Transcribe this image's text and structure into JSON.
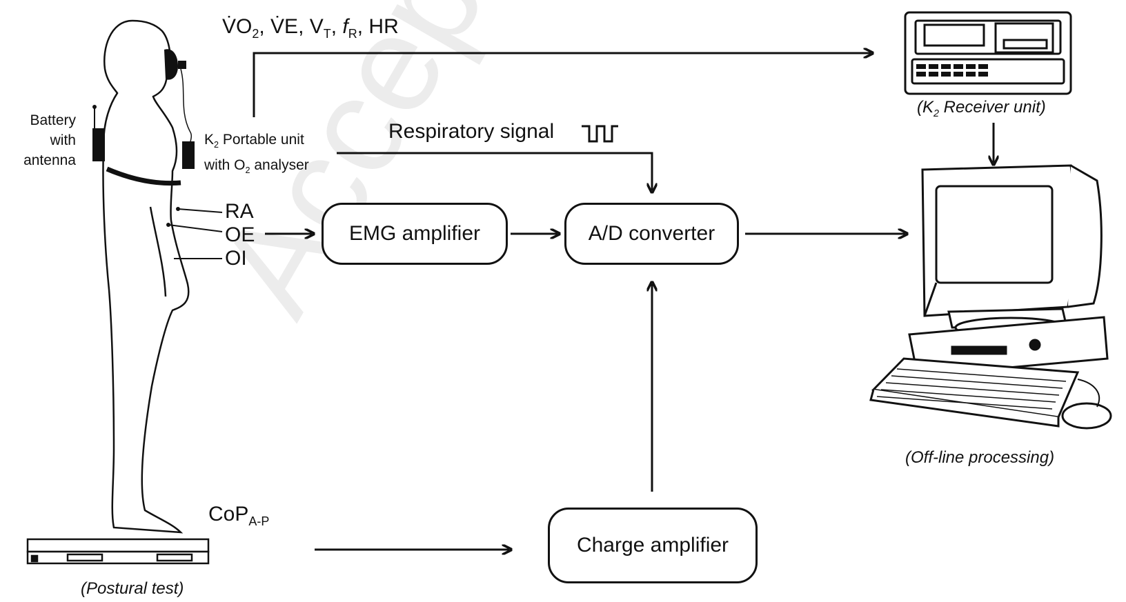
{
  "signals": {
    "top_signal_html": "V̇O<sub>2</sub>, V̇E, V<sub>T</sub>, <i>f</i><sub>R</sub>, HR"
  },
  "labels": {
    "battery_line1": "Battery",
    "battery_line2": "with",
    "battery_line3": "antenna",
    "portable_line1_html": "K<sub>2</sub> Portable unit",
    "portable_line2_html": "with O<sub>2</sub> analyser",
    "respiratory_signal": "Respiratory signal",
    "muscle_ra": "RA",
    "muscle_oe": "OE",
    "muscle_oi": "OI",
    "cop_html": "CoP<sub>A-P</sub>"
  },
  "boxes": {
    "emg": "EMG amplifier",
    "ad": "A/D converter",
    "charge": "Charge amplifier"
  },
  "captions": {
    "receiver_html": "(K<sub>2</sub> Receiver unit)",
    "offline": "(Off-line processing)",
    "postural": "(Postural test)"
  },
  "watermark": "Accepted"
}
